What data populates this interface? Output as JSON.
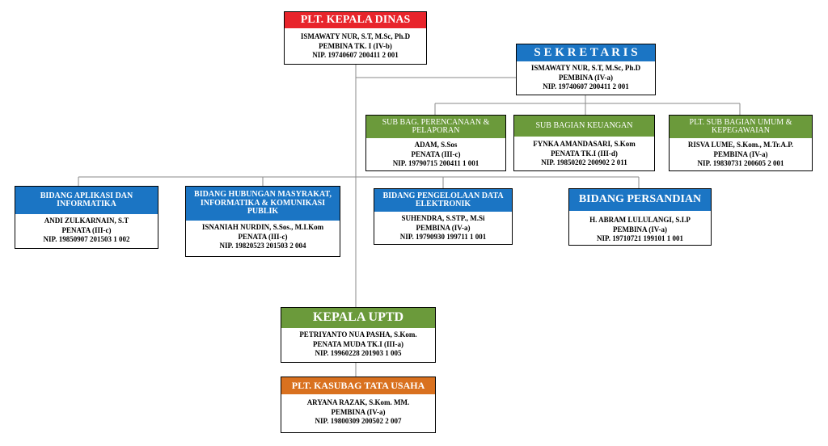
{
  "colors": {
    "red": "#e8242b",
    "blue": "#1b75c4",
    "green": "#6b9a3b",
    "orange": "#d9711f"
  },
  "kepala_dinas": {
    "title": "PLT. KEPALA DINAS",
    "name": "ISMAWATY NUR, S.T, M.Sc, Ph.D",
    "rank": "PEMBINA TK. I (IV-b)",
    "nip": "NIP. 19740607 200411 2 001"
  },
  "sekretaris": {
    "title": "S E K R E T A R I S",
    "name": "ISMAWATY NUR, S.T, M.Sc, Ph.D",
    "rank": "PEMBINA (IV-a)",
    "nip": "NIP. 19740607 200411 2 001"
  },
  "sub_perencanaan": {
    "title": "SUB BAG. PERENCANAAN & PELAPORAN",
    "name": "ADAM, S.Sos",
    "rank": "PENATA (III-c)",
    "nip": "NIP. 19790715 200411 1 001"
  },
  "sub_keuangan": {
    "title": "SUB BAGIAN KEUANGAN",
    "name": "FYNKA AMANDASARI, S.Kom",
    "rank": "PENATA TK.I (III-d)",
    "nip": "NIP. 19850202 200902 2 011"
  },
  "sub_umum": {
    "title": "PLT. SUB BAGIAN UMUM & KEPEGAWAIAN",
    "name": "RISVA LUME, S.Kom., M.Tr.A.P.",
    "rank": "PEMBINA (IV-a)",
    "nip": "NIP. 19830731 200605 2 001"
  },
  "bidang_aplikasi": {
    "title": "BIDANG APLIKASI DAN INFORMATIKA",
    "name": "ANDI ZULKARNAIN, S.T",
    "rank": "PENATA (III-c)",
    "nip": "NIP. 19850907 201503 1 002"
  },
  "bidang_hubungan": {
    "title": "BIDANG HUBUNGAN MASYRAKAT, INFORMATIKA & KOMUNIKASI PUBLIK",
    "name": "ISNANIAH NURDIN, S.Sos., M.I.Kom",
    "rank": "PENATA (III-c)",
    "nip": "NIP. 19820523 201503 2 004"
  },
  "bidang_data": {
    "title": "BIDANG PENGELOLAAN DATA ELEKTRONIK",
    "name": "SUHENDRA, S.STP., M.Si",
    "rank": "PEMBINA (IV-a)",
    "nip": "NIP. 19790930 199711 1 001"
  },
  "bidang_persandian": {
    "title": "BIDANG PERSANDIAN",
    "name": "H. ABRAM LULULANGI, S.I.P",
    "rank": "PEMBINA (IV-a)",
    "nip": "NIP. 19710721 199101 1 001"
  },
  "kepala_uptd": {
    "title": "KEPALA UPTD",
    "name": "PETRIYANTO NUA PASHA, S.Kom.",
    "rank": "PENATA MUDA TK.I (III-a)",
    "nip": "NIP. 19960228 201903 1 005"
  },
  "kasubag_tu": {
    "title": "PLT. KASUBAG TATA USAHA",
    "name": "ARYANA RAZAK, S.Kom. MM.",
    "rank": "PEMBINA (IV-a)",
    "nip": "NIP. 19800309 200502 2 007"
  }
}
